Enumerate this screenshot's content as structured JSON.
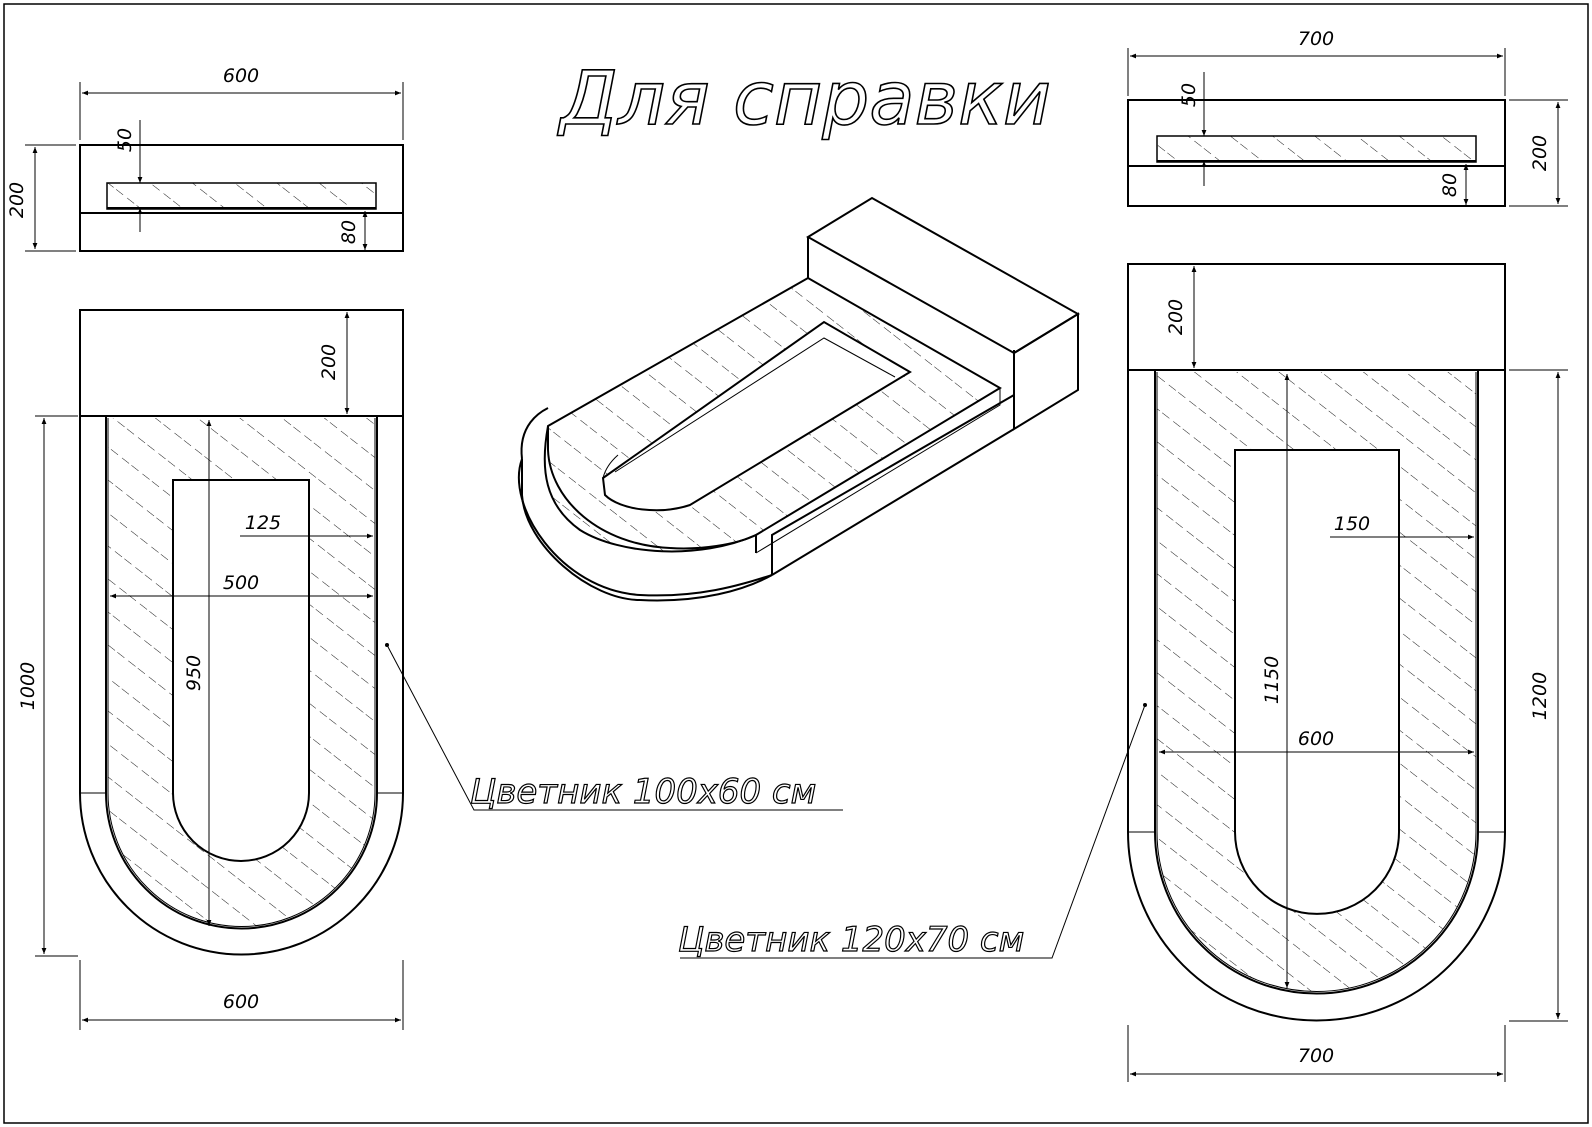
{
  "title": "Для справки",
  "labels": {
    "small_bed": "Цветник 100х60 см",
    "large_bed": "Цветник 120х70 см"
  },
  "small_top_view": {
    "width": "600",
    "height": "200",
    "depth_top": "50",
    "depth_bottom": "80"
  },
  "small_plan": {
    "block": "200",
    "inner_offset": "125",
    "inner_width": "500",
    "inner_length": "950",
    "total_length": "1000",
    "total_width": "600"
  },
  "large_top_view": {
    "width": "700",
    "depth_top": "50",
    "height": "200",
    "depth_bottom": "80"
  },
  "large_plan": {
    "block": "200",
    "inner_offset": "150",
    "inner_length": "1150",
    "inner_width": "600",
    "total_length": "1200",
    "total_width": "700"
  }
}
